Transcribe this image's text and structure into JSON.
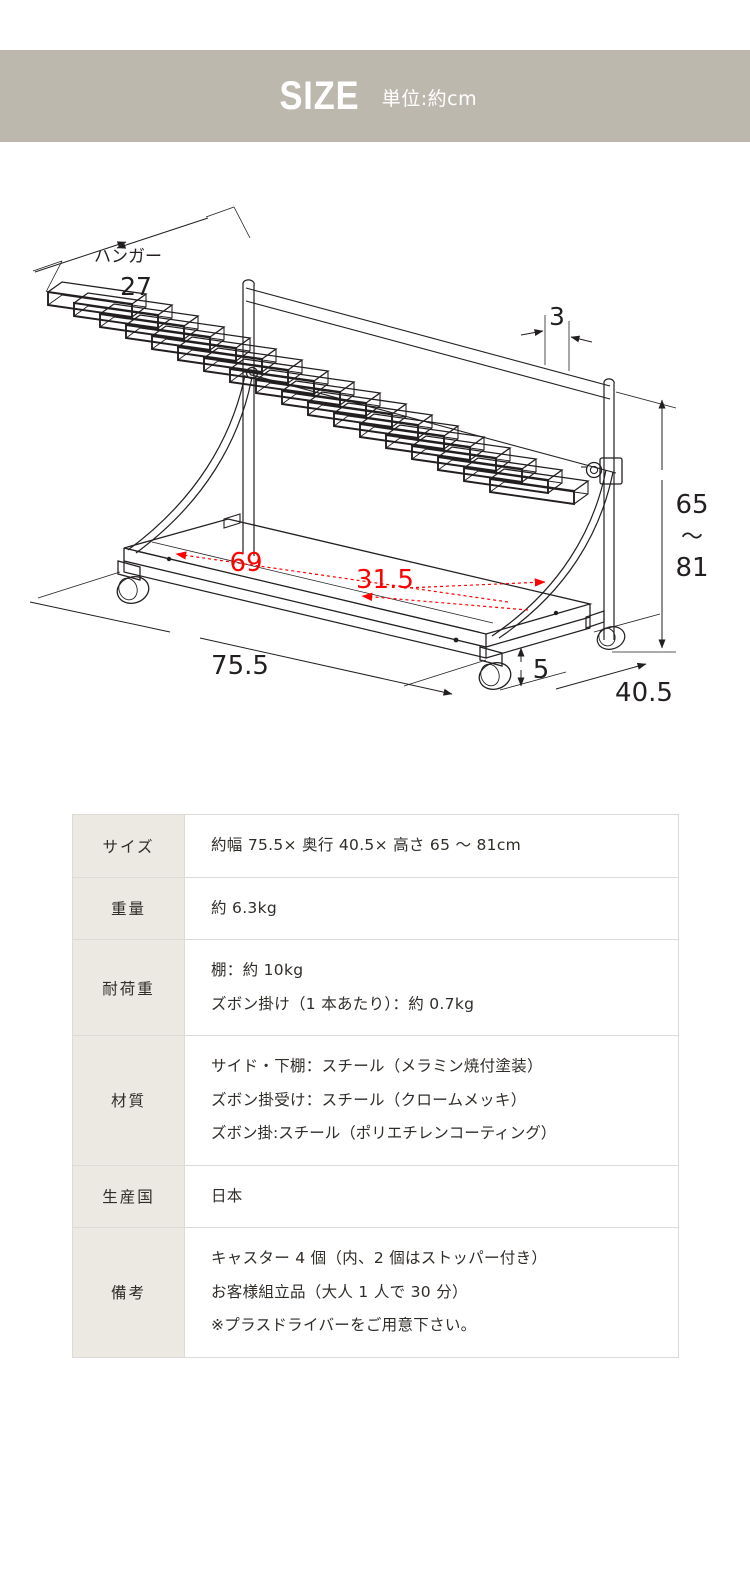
{
  "header": {
    "title": "SIZE",
    "unit_note": "単位:約cm",
    "band_color": "#bdb8ae",
    "title_color": "#ffffff"
  },
  "diagram": {
    "alt": "ズボンハンガーラック 寸法図",
    "line_color": "#231f20",
    "accent_color": "#ff0000",
    "labels": {
      "hanger_caption": "ハンガー",
      "hanger_depth": "27",
      "hanger_pitch": "3",
      "height_min": "65",
      "height_range_mark": "〜",
      "height_max": "81",
      "shelf_inner_width": "69",
      "shelf_inner_depth": "31.5",
      "total_width": "75.5",
      "caster_height": "5",
      "total_depth": "40.5"
    }
  },
  "spec_table": {
    "rows": [
      {
        "key": "サイズ",
        "values": [
          "約幅 75.5× 奥行 40.5× 高さ 65 〜 81cm"
        ]
      },
      {
        "key": "重量",
        "values": [
          "約 6.3kg"
        ]
      },
      {
        "key": "耐荷重",
        "values": [
          "棚：約 10kg",
          "ズボン掛け（1 本あたり）：約 0.7kg"
        ]
      },
      {
        "key": "材質",
        "values": [
          "サイド・下棚：スチール（メラミン焼付塗装）",
          "ズボン掛受け：スチール（クロームメッキ）",
          "ズボン掛:スチール（ポリエチレンコーティング）"
        ]
      },
      {
        "key": "生産国",
        "values": [
          "日本"
        ]
      },
      {
        "key": "備考",
        "values": [
          "キャスター 4 個（内、2 個はストッパー付き）",
          "お客様組立品（大人 1 人で 30 分）",
          "※プラスドライバーをご用意下さい。"
        ]
      }
    ]
  }
}
